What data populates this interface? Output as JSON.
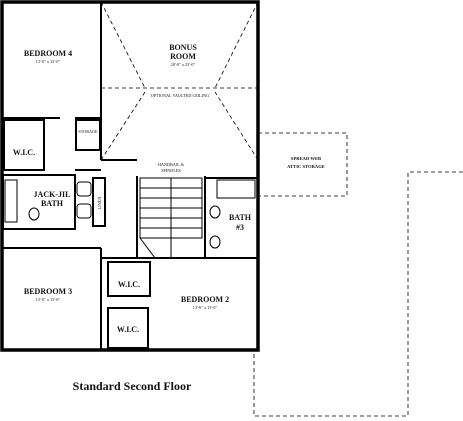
{
  "plan": {
    "caption": "Standard Second Floor",
    "rooms": {
      "bedroom4": {
        "name": "BEDROOM 4",
        "dims": "13'-0\" x 13'-0\""
      },
      "bonus": {
        "name_line1": "BONUS",
        "name_line2": "ROOM",
        "dims": "20'-0\" x 23'-0\""
      },
      "vaulted": {
        "label": "OPTIONAL VAULTED CEILING"
      },
      "storage": {
        "label": "STORAGE"
      },
      "wic1": {
        "label": "W.I.C."
      },
      "jackjill": {
        "line1": "JACK-JIL",
        "line2": "BATH"
      },
      "linen": {
        "label": "LINEN"
      },
      "handrail": {
        "line1": "HANDRAIL &",
        "line2": "SPINDLES"
      },
      "attic": {
        "line1": "SPREAD WEB",
        "line2": "ATTIC STORAGE"
      },
      "bath3": {
        "line1": "BATH",
        "line2": "#3"
      },
      "bedroom3": {
        "name": "BEDROOM 3",
        "dims": "13'-0\" x 13'-6\""
      },
      "bedroom2": {
        "name": "BEDROOM 2",
        "dims": "13'-6\" x 13'-0\""
      },
      "wic2": {
        "label": "W.I.C."
      },
      "wic3": {
        "label": "W.I.C."
      }
    }
  }
}
